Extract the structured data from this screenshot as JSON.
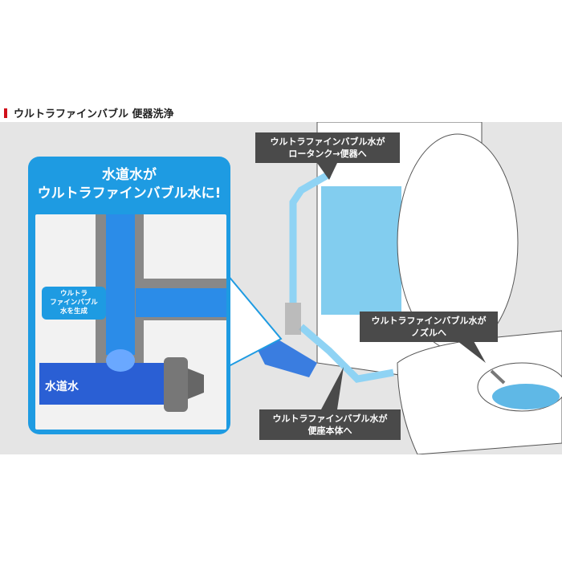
{
  "title": "ウルトラファインバブル 便器洗浄",
  "accent_color": "#d0101b",
  "inset": {
    "heading_line1": "水道水が",
    "heading_line2": "ウルトラファインバブル水に!",
    "bubble_label": [
      "ウルトラ",
      "ファインバブル",
      "水を生成"
    ],
    "pipe_label": "水道水"
  },
  "callouts": [
    {
      "line1": "ウルトラファインバブル水が",
      "line2": "ロータンク→便器へ"
    },
    {
      "line1": "ウルトラファインバブル水が",
      "line2": "ノズルへ"
    },
    {
      "line1": "ウルトラファインバブル水が",
      "line2": "便座本体へ"
    }
  ],
  "colors": {
    "box_blue": "#1e9be2",
    "callout_gray": "#4a4a4a",
    "water": "#5fc0ea",
    "panel": "#e5e5e5"
  }
}
